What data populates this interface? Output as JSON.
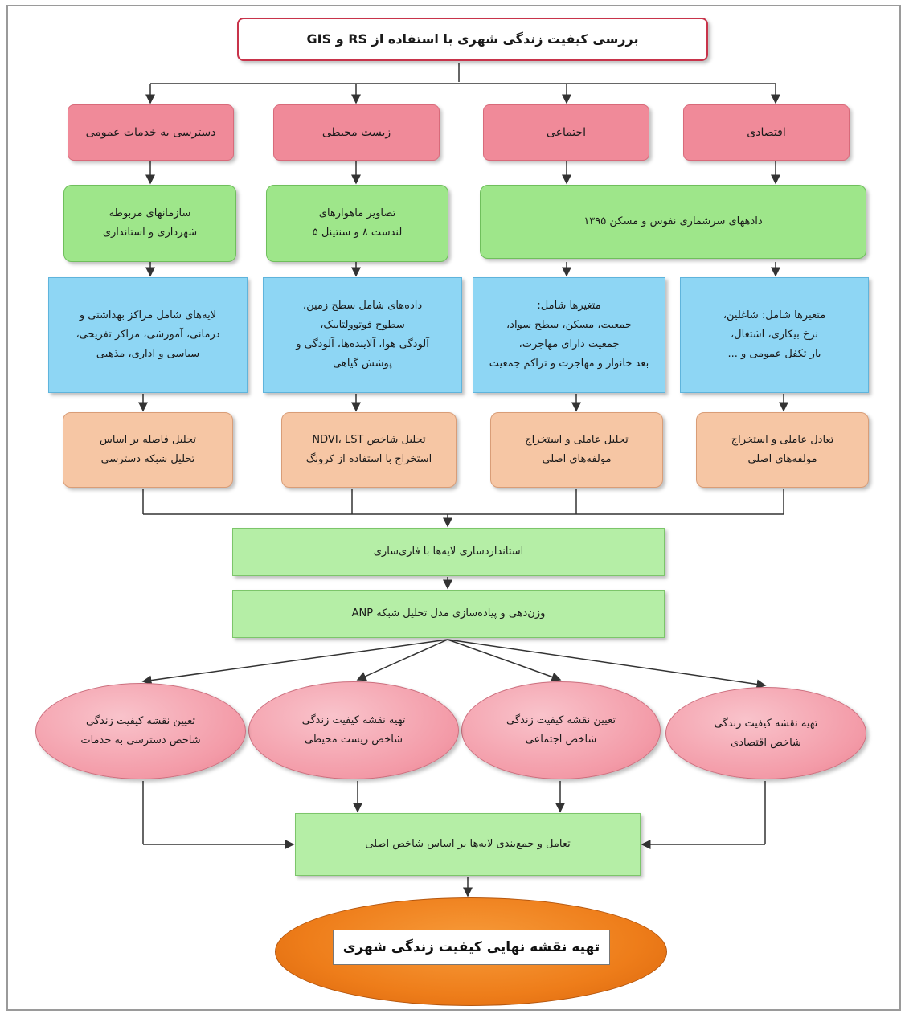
{
  "title": "بررسی کیفیت زندگی شهری با استفاده از RS و GIS",
  "categories": [
    "اقتصادی",
    "اجتماعی",
    "زیست محیطی",
    "دسترسی به خدمات عمومی"
  ],
  "data_sources": [
    [
      "دادههای سرشماری نفوس و مسکن ۱۳۹۵"
    ],
    [
      "تصاویر ماهوارهای",
      "لندست ۸ و سنتینل ۵"
    ],
    [
      "سازمانهای مربوطه",
      "شهرداری و استانداری"
    ]
  ],
  "variables": [
    [
      "متغیرها شامل: شاغلین،",
      "نرخ بیکاری، اشتغال،",
      "بار تکفل عمومی و ..."
    ],
    [
      "متغیرها شامل:",
      "جمعیت، مسکن، سطح سواد،",
      "جمعیت دارای مهاجرت،",
      "بعد خانوار و مهاجرت و تراکم جمعیت"
    ],
    [
      "داده‌های شامل سطح زمین،",
      "سطوح فوتوولتاییک،",
      "آلودگی هوا، آلاینده‌ها، آلودگی و",
      "پوشش گیاهی"
    ],
    [
      "لایه‌های شامل مراکز بهداشتی و",
      "درمانی، آموزشی، مراکز تفریحی،",
      "سیاسی و اداری، مذهبی"
    ]
  ],
  "processing": [
    [
      "تعادل عاملی و استخراج",
      "مولفه‌های اصلی"
    ],
    [
      "تحلیل عاملی و استخراج",
      "مولفه‌های اصلی"
    ],
    [
      "تحلیل شاخص NDVI، LST",
      "استخراج با استفاده از کرونگ"
    ],
    [
      "تحلیل فاصله بر اساس",
      "تحلیل شبکه دسترسی"
    ]
  ],
  "steps": [
    "استانداردسازی لایه‌ها با فازی‌سازی",
    "وزن‌دهی و پیاده‌سازی مدل تحلیل شبکه ANP"
  ],
  "maps": [
    [
      "تهیه نقشه کیفیت زندگی",
      "شاخص اقتصادی"
    ],
    [
      "تعیین نقشه کیفیت زندگی",
      "شاخص اجتماعی"
    ],
    [
      "تهیه نقشه کیفیت زندگی",
      "شاخص زیست محیطی"
    ],
    [
      "تعیین نقشه کیفیت زندگی",
      "شاخص دسترسی به خدمات"
    ]
  ],
  "integration": "تعامل و جمع‌بندی لایه‌ها بر اساس شاخص اصلی",
  "final": "تهیه نقشه نهایی کیفیت زندگی شهری",
  "colors": {
    "category": "#f08a99",
    "source": "#9ee68a",
    "variable": "#8ed6f4",
    "process": "#f6c6a4",
    "step": "#b5eea6",
    "map": "#f39aa7",
    "final": "#ee7d1a",
    "connector": "#333333"
  }
}
